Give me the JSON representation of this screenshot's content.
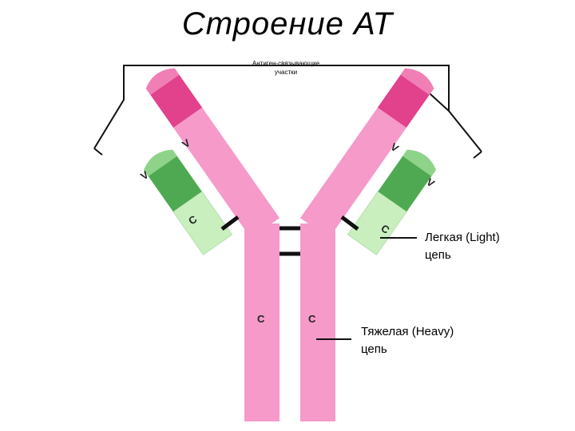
{
  "title": "Строение АТ",
  "antigen_site_label": [
    "Антиген-связывающие",
    "участки"
  ],
  "segments": {
    "variable": "V",
    "constant": "C"
  },
  "light_chain_label": [
    "Легкая (Light)",
    "цепь"
  ],
  "heavy_chain_label": [
    "Тяжелая (Heavy)",
    "цепь"
  ],
  "colors": {
    "heavy_constant": "#f59ac9",
    "heavy_variable": "#e2418c",
    "light_constant": "#c9efbf",
    "light_variable": "#4fa952",
    "bracket": "#111111",
    "disulfide": "#111111"
  }
}
